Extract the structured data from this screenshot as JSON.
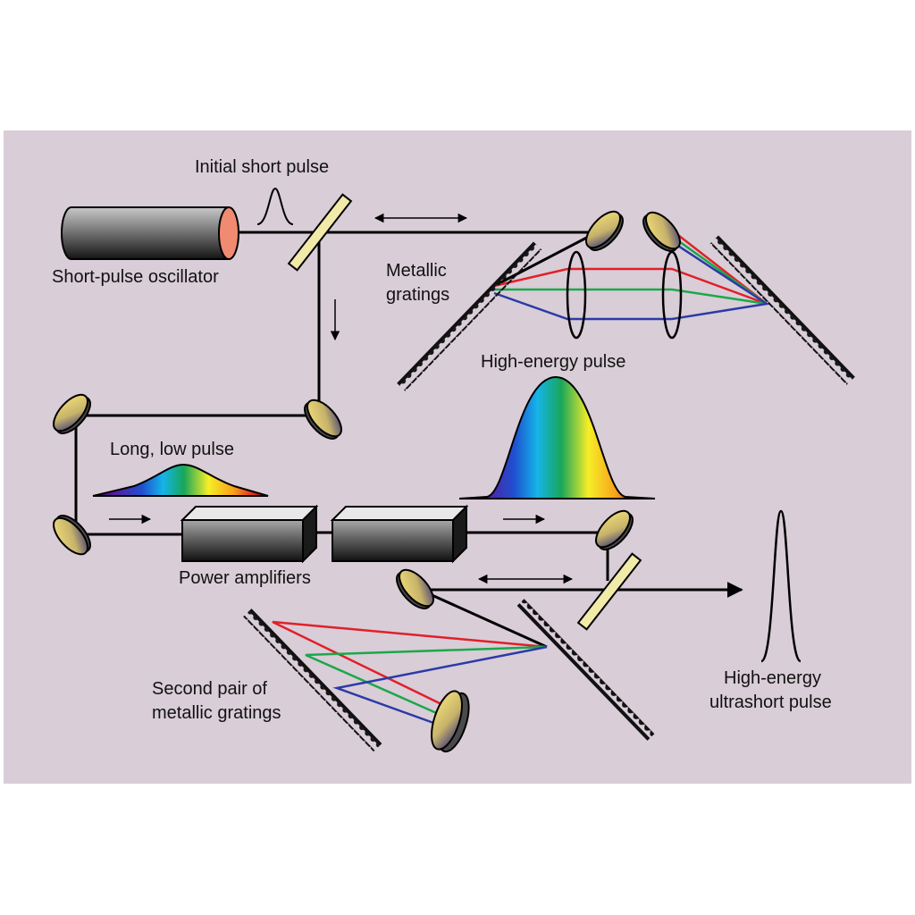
{
  "labels": {
    "initial_short_pulse": "Initial short pulse",
    "oscillator": "Short-pulse oscillator",
    "metallic": "Metallic",
    "gratings": "gratings",
    "high_energy_pulse": "High-energy pulse",
    "long_low_pulse": "Long, low pulse",
    "power_amplifiers": "Power amplifiers",
    "second_pair_line1": "Second pair of",
    "second_pair_line2": "metallic gratings",
    "output_line1": "High-energy",
    "output_line2": "ultrashort pulse"
  },
  "colors": {
    "background": "#d9cdd7",
    "beam": "#000000",
    "red_ray": "#e0202a",
    "green_ray": "#1aa84a",
    "blue_ray": "#2b3aa6",
    "splitter": "#f2eaa8",
    "oscillator_face": "#f08a70"
  },
  "icons": {
    "mirror": "round-mirror-icon",
    "grating": "sawtooth-grating-icon",
    "lens": "lens-icon",
    "beam_splitter": "beam-splitter-icon",
    "amplifier": "amplifier-box-icon",
    "pulse": "gaussian-pulse-icon"
  }
}
